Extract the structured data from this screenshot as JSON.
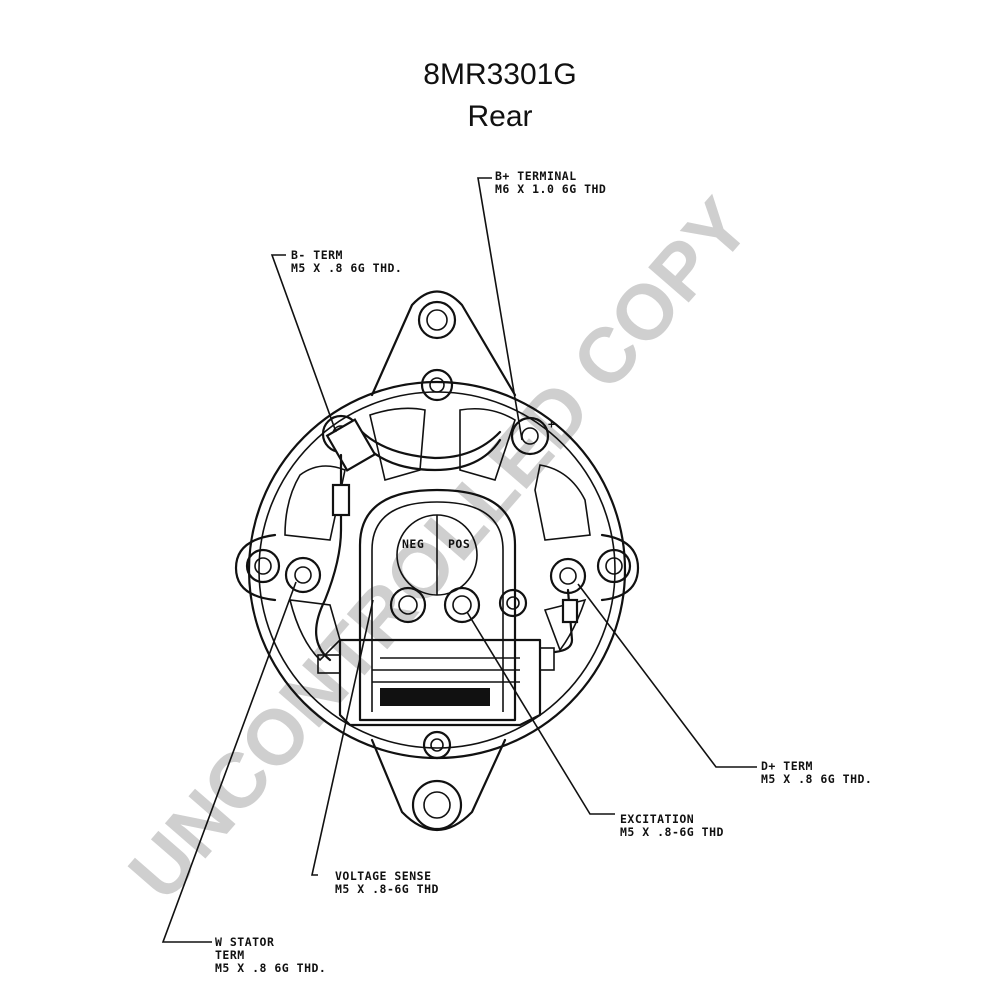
{
  "header": {
    "part_number": "8MR3301G",
    "view": "Rear"
  },
  "watermark": "UNCONTROLLED COPY",
  "callouts": {
    "b_plus": {
      "line1": "B+ TERMINAL",
      "line2": "M6 X 1.0 6G THD"
    },
    "b_minus": {
      "line1": "B- TERM",
      "line2": "M5 X .8 6G THD."
    },
    "d_plus": {
      "line1": "D+ TERM",
      "line2": "M5 X .8 6G THD."
    },
    "excitation": {
      "line1": "EXCITATION",
      "line2": "M5 X .8-6G THD"
    },
    "voltage_sense": {
      "line1": "VOLTAGE SENSE",
      "line2": "M5 X .8-6G THD"
    },
    "w_stator": {
      "line1": "W STATOR",
      "line2": "TERM",
      "line3": "M5 X .8 6G THD."
    }
  },
  "regulator_marks": {
    "neg": "NEG",
    "pos": "POS",
    "plus": "+"
  }
}
